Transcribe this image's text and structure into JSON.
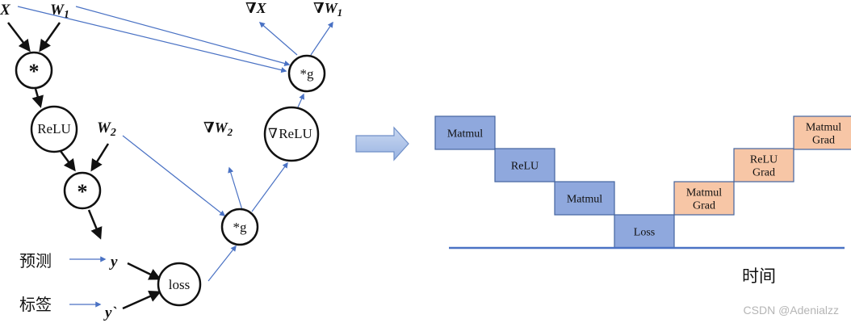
{
  "graph": {
    "inputs": {
      "x": "X",
      "w1": "W",
      "w1_sub": "1",
      "w2": "W",
      "w2_sub": "2",
      "y_pred": "y",
      "y_true": "y`"
    },
    "ops": {
      "mul1": "*",
      "relu": "ReLU",
      "mul2": "*",
      "loss": "loss",
      "mulg1": "*g",
      "relu_grad": "ReLU",
      "mulg2": "*g"
    },
    "grads": {
      "gx": "X",
      "gw1": "W",
      "gw1_sub": "1",
      "gw2": "W",
      "gw2_sub": "2"
    },
    "side_labels": {
      "prediction": "预测",
      "label": "标签"
    }
  },
  "timeline": {
    "blocks": [
      {
        "label": "Matmul",
        "kind": "forward"
      },
      {
        "label": "ReLU",
        "kind": "forward"
      },
      {
        "label": "Matmul",
        "kind": "forward"
      },
      {
        "label": "Loss",
        "kind": "forward"
      },
      {
        "label": "Matmul\nGrad",
        "kind": "backward"
      },
      {
        "label": "ReLU\nGrad",
        "kind": "backward"
      },
      {
        "label": "Matmul\nGrad",
        "kind": "backward"
      }
    ],
    "axis_label": "时间",
    "colors": {
      "forward": "#8fa8dd",
      "backward": "#f7c6a6",
      "stroke": "#44649f",
      "axis": "#4a72c4"
    }
  },
  "watermark": "CSDN @Adenialzz"
}
